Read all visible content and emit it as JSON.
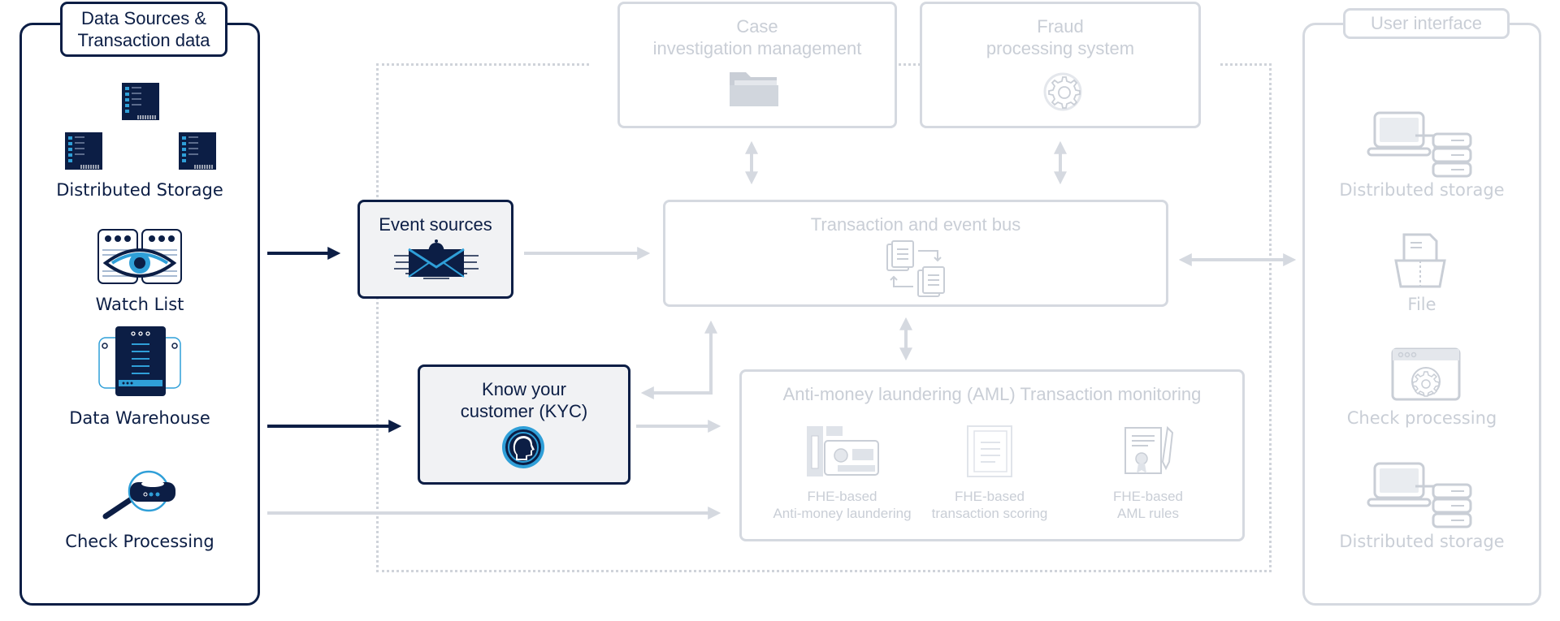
{
  "left_panel": {
    "title_line1": "Data Sources &",
    "title_line2": "Transaction data",
    "items": [
      {
        "label": "Distributed Storage",
        "icon": "server-rack-icon"
      },
      {
        "label": "Watch List",
        "icon": "eye-icon"
      },
      {
        "label": "Data Warehouse",
        "icon": "database-server-icon"
      },
      {
        "label": "Check Processing",
        "icon": "magnifier-icon"
      }
    ]
  },
  "case_box": {
    "line1": "Case",
    "line2": "investigation management",
    "icon": "folder-icon"
  },
  "fraud_box": {
    "line1": "Fraud",
    "line2": "processing system",
    "icon": "gear-icon"
  },
  "event_sources": {
    "label": "Event sources",
    "icon": "envelope-bell-icon"
  },
  "kyc": {
    "line1": "Know your",
    "line2": "customer (KYC)",
    "icon": "person-head-icon"
  },
  "bus": {
    "label": "Transaction and event bus",
    "icon": "documents-exchange-icon"
  },
  "aml": {
    "title": "Anti-money laundering (AML) Transaction monitoring",
    "items": [
      {
        "line1": "FHE-based",
        "line2": "Anti-money laundering",
        "icon": "id-card-icon"
      },
      {
        "line1": "FHE-based",
        "line2": "transaction scoring",
        "icon": "document-icon"
      },
      {
        "line1": "FHE-based",
        "line2": "AML rules",
        "icon": "certificate-pen-icon"
      }
    ]
  },
  "right_panel": {
    "title": "User interface",
    "items": [
      {
        "label": "Distributed storage",
        "icon": "laptop-server-icon"
      },
      {
        "label": "File",
        "icon": "file-tray-icon"
      },
      {
        "label": "Check processing",
        "icon": "browser-gear-icon"
      },
      {
        "label": "Distributed storage",
        "icon": "laptop-server-icon"
      }
    ]
  },
  "colors": {
    "dark": "#0c1e45",
    "faded": "#d5d9e0",
    "accent": "#2f9fd8",
    "box_fill": "#f1f2f4"
  }
}
